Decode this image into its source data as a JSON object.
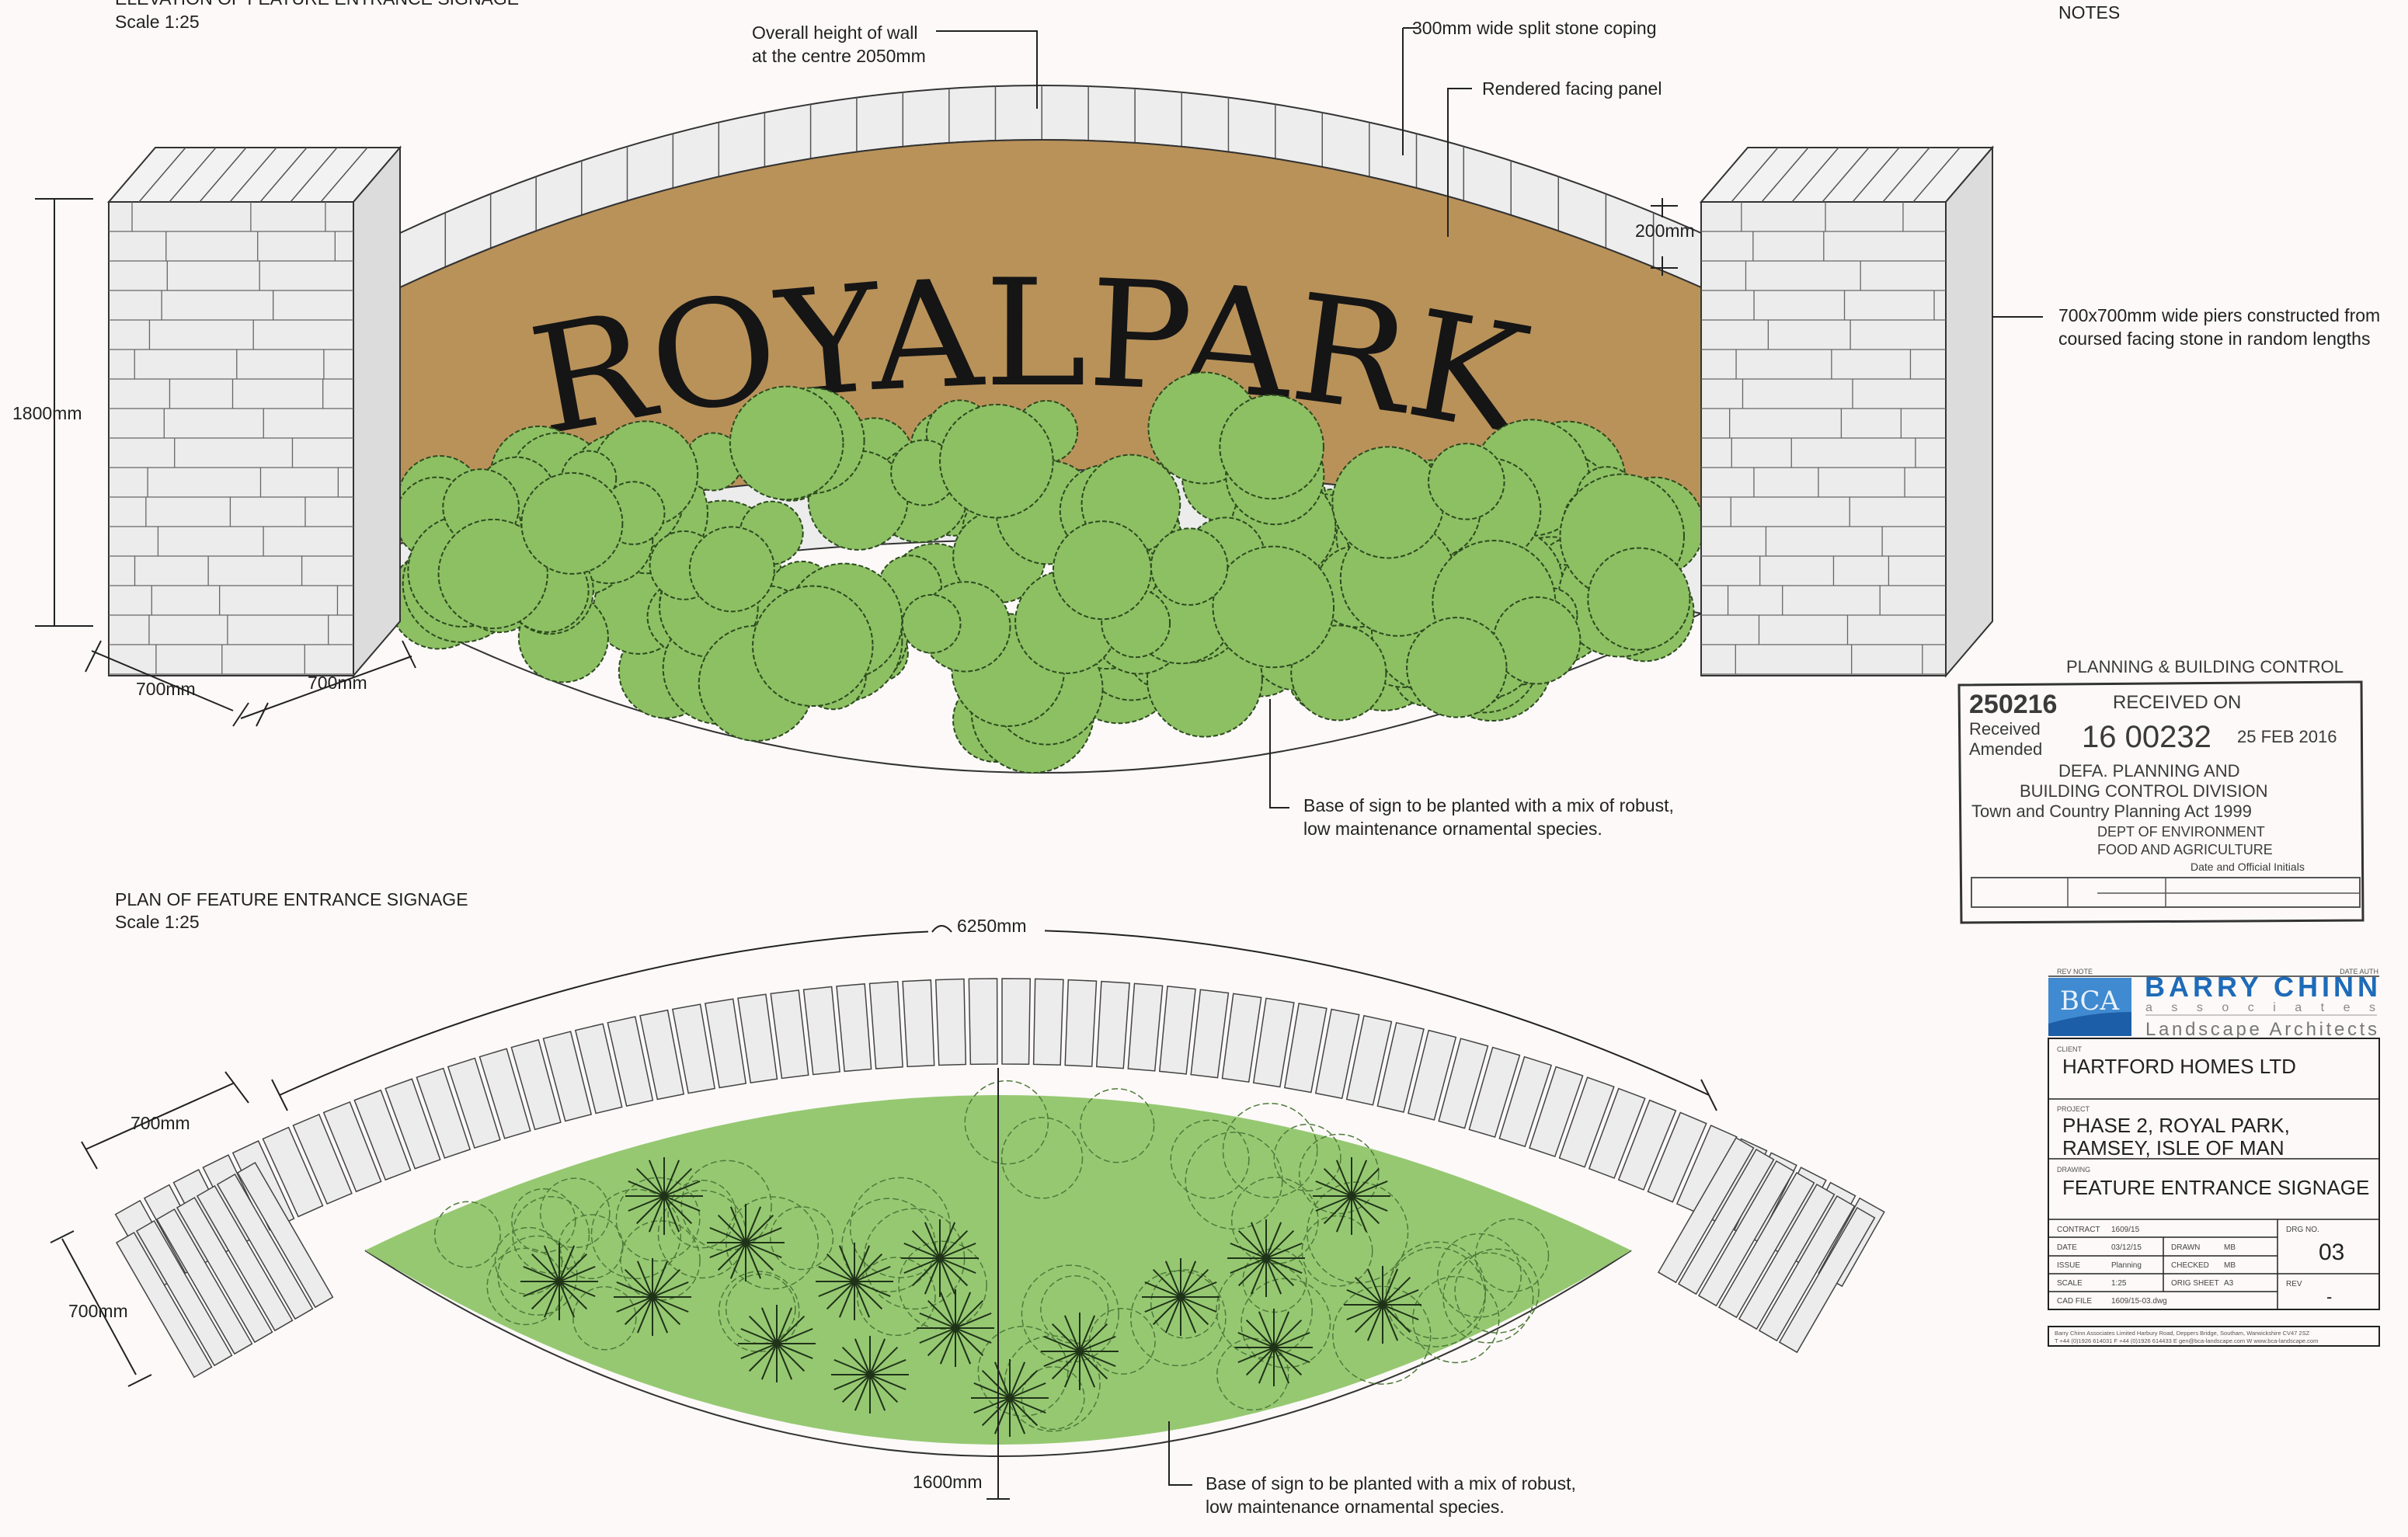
{
  "elevation": {
    "title": "ELEVATION OF FEATURE ENTRANCE SIGNAGE",
    "scale": "Scale 1:25",
    "sign_text": "ROYALPARK",
    "notes": {
      "height_line1": "Overall height of wall",
      "height_line2": "at the centre 2050mm",
      "coping": "300mm wide split stone coping",
      "panel": "Rendered facing panel",
      "coping_dim": "200mm",
      "piers_line1": "700x700mm wide piers constructed from",
      "piers_line2": "coursed facing stone in random lengths",
      "planting_line1": "Base of sign to be planted with a mix of robust,",
      "planting_line2": "low maintenance ornamental species."
    },
    "dims": {
      "height": "1800mm",
      "pier_left": "700mm",
      "pier_right": "700mm"
    }
  },
  "plan": {
    "title": "PLAN OF FEATURE ENTRANCE SIGNAGE",
    "scale": "Scale 1:25",
    "dims": {
      "arc": "6250mm",
      "pier_a": "700mm",
      "pier_b": "700mm",
      "depth": "1600mm"
    },
    "notes": {
      "planting_line1": "Base of sign to be planted with a mix of robust,",
      "planting_line2": "low maintenance ornamental species."
    }
  },
  "notes_header": "NOTES",
  "stamp": {
    "number": "250216",
    "arc_text": "PLANNING & BUILDING CONTROL",
    "received_on": "RECEIVED ON",
    "received": "Received",
    "amended": "Amended",
    "ref": "16 00232",
    "date": "25 FEB 2016",
    "line1": "DEFA. PLANNING AND",
    "line2": "BUILDING CONTROL DIVISION",
    "line3": "Town and Country Planning Act 1999",
    "dept_line1": "DEPT OF ENVIRONMENT",
    "dept_line2": "FOOD AND AGRICULTURE",
    "initials": "Date and Official Initials"
  },
  "title_block": {
    "rev_note": "REV NOTE",
    "date_auth": "DATE AUTH",
    "logo": {
      "mark": "BCA",
      "name": "BARRY CHINN",
      "sub": "a s s o c i a t e s",
      "tagline": "Landscape Architects",
      "brand_color": "#1e6bb8"
    },
    "client_label": "CLIENT",
    "client": "HARTFORD HOMES LTD",
    "project_label": "PROJECT",
    "project_line1": "PHASE 2, ROYAL PARK,",
    "project_line2": "RAMSEY, ISLE OF MAN",
    "drawing_label": "DRAWING",
    "drawing": "FEATURE ENTRANCE SIGNAGE",
    "contract_label": "CONTRACT",
    "contract": "1609/15",
    "date_label": "DATE",
    "date": "03/12/15",
    "drawn_label": "DRAWN",
    "drawn": "MB",
    "issue_label": "ISSUE",
    "issue": "Planning",
    "checked_label": "CHECKED",
    "checked": "MB",
    "scale_label": "SCALE",
    "scale": "1:25",
    "orig_sheet_label": "ORIG SHEET",
    "orig_sheet": "A3",
    "cad_file_label": "CAD FILE",
    "cad_file": "1609/15-03.dwg",
    "drg_no_label": "DRG NO.",
    "drg_no": "03",
    "rev_label": "REV",
    "rev": "-",
    "footer_line1": "Barry Chinn Associates Limited  Harbury Road, Deppers Bridge, Southam, Warwickshire  CV47 2SZ",
    "footer_line2": "T +44 (0)1926 614031  F +44 (0)1926 614433  E gen@bca-landscape.com  W www.bca-landscape.com"
  },
  "colors": {
    "panel": "#b9925a",
    "foliage": "#8cc063",
    "foliage_plan": "#96c872",
    "stone": "#ececec",
    "line": "#222222"
  }
}
